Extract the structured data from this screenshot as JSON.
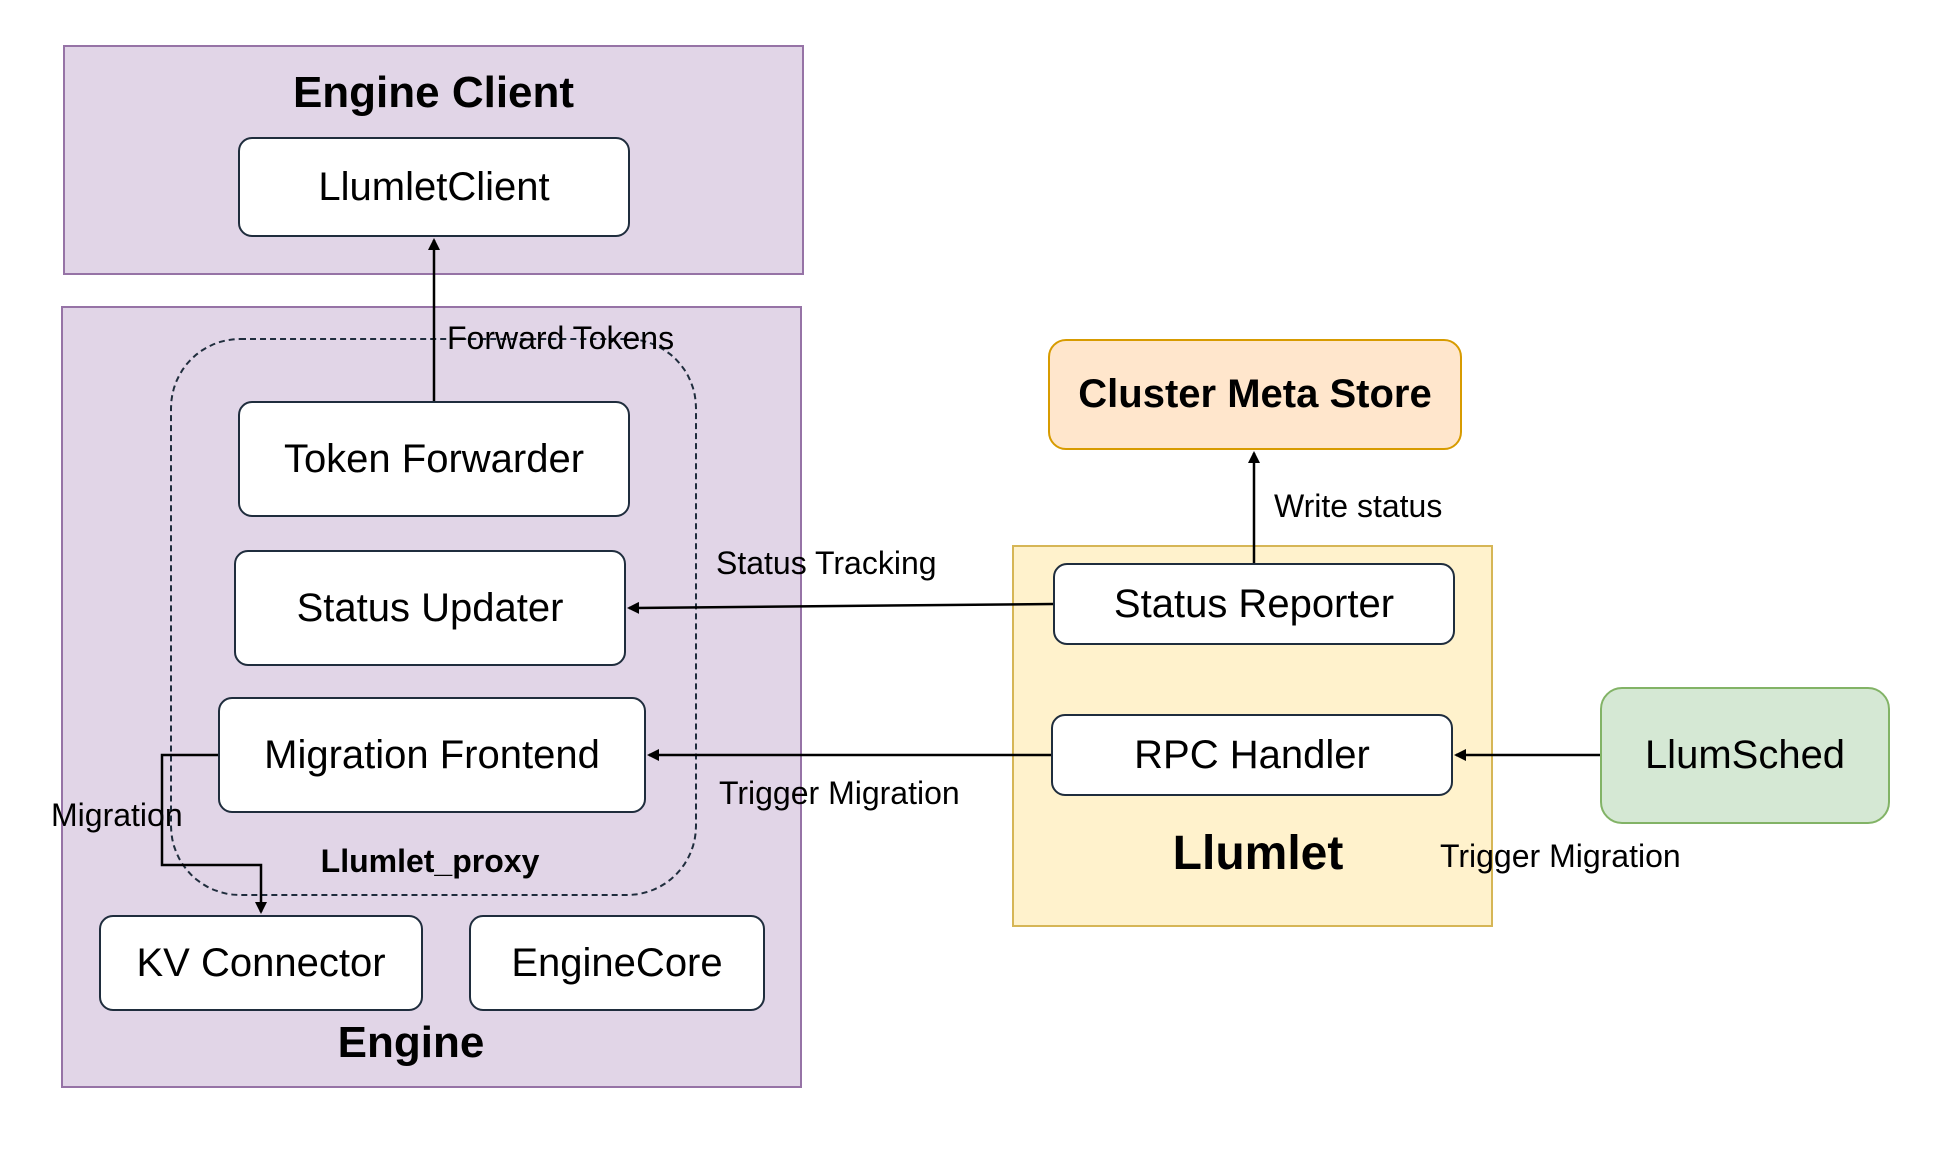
{
  "engine_client": {
    "title": "Engine Client",
    "llumlet_client": "LlumletClient"
  },
  "engine": {
    "title": "Engine",
    "proxy_label": "Llumlet_proxy",
    "token_forwarder": "Token Forwarder",
    "status_updater": "Status Updater",
    "migration_frontend": "Migration Frontend",
    "kv_connector": "KV Connector",
    "engine_core": "EngineCore"
  },
  "cluster_meta_store": {
    "title": "Cluster Meta Store"
  },
  "llumlet": {
    "title": "Llumlet",
    "status_reporter": "Status Reporter",
    "rpc_handler": "RPC Handler"
  },
  "llumsched": {
    "label": "LlumSched"
  },
  "edges": {
    "forward_tokens": "Forward Tokens",
    "write_status": "Write status",
    "status_tracking": "Status Tracking",
    "trigger_migration_rpc": "Trigger Migration",
    "trigger_migration_sched": "Trigger Migration",
    "migration": "Migration"
  },
  "colors": {
    "purple_fill": "#e1d5e7",
    "purple_stroke": "#9673a6",
    "yellow_fill": "#fff2cc",
    "yellow_stroke": "#d6b656",
    "orange_fill": "#ffe6cc",
    "orange_stroke": "#d79b00",
    "green_fill": "#d5e8d4",
    "green_stroke": "#82b366",
    "node_stroke": "#1f2d3d"
  }
}
